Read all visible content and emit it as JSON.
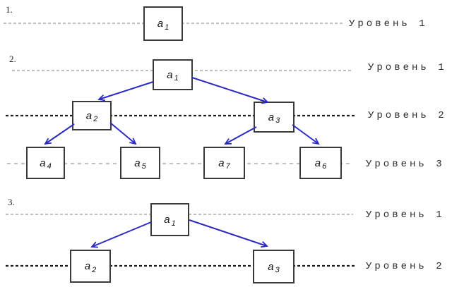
{
  "colors": {
    "arrow": "#2b2bc4",
    "box_border": "#3a3a3a",
    "minor_line": "#a8a8a8",
    "major_line": "#1c1c1c",
    "label_text": "#2b2b2b"
  },
  "sections": [
    {
      "number": "1.",
      "level_labels": [
        "Уровень 1"
      ],
      "nodes": [
        {
          "base": "a",
          "sub": "1"
        }
      ]
    },
    {
      "number": "2.",
      "level_labels": [
        "Уровень 1",
        "Уровень 2",
        "Уровень 3"
      ],
      "nodes": [
        {
          "base": "a",
          "sub": "1"
        },
        {
          "base": "a",
          "sub": "2"
        },
        {
          "base": "a",
          "sub": "3"
        },
        {
          "base": "a",
          "sub": "4"
        },
        {
          "base": "a",
          "sub": "5"
        },
        {
          "base": "a",
          "sub": "7"
        },
        {
          "base": "a",
          "sub": "6"
        }
      ]
    },
    {
      "number": "3.",
      "level_labels": [
        "Уровень 1",
        "Уровень 2"
      ],
      "nodes": [
        {
          "base": "a",
          "sub": "1"
        },
        {
          "base": "a",
          "sub": "2"
        },
        {
          "base": "a",
          "sub": "3"
        }
      ]
    }
  ]
}
